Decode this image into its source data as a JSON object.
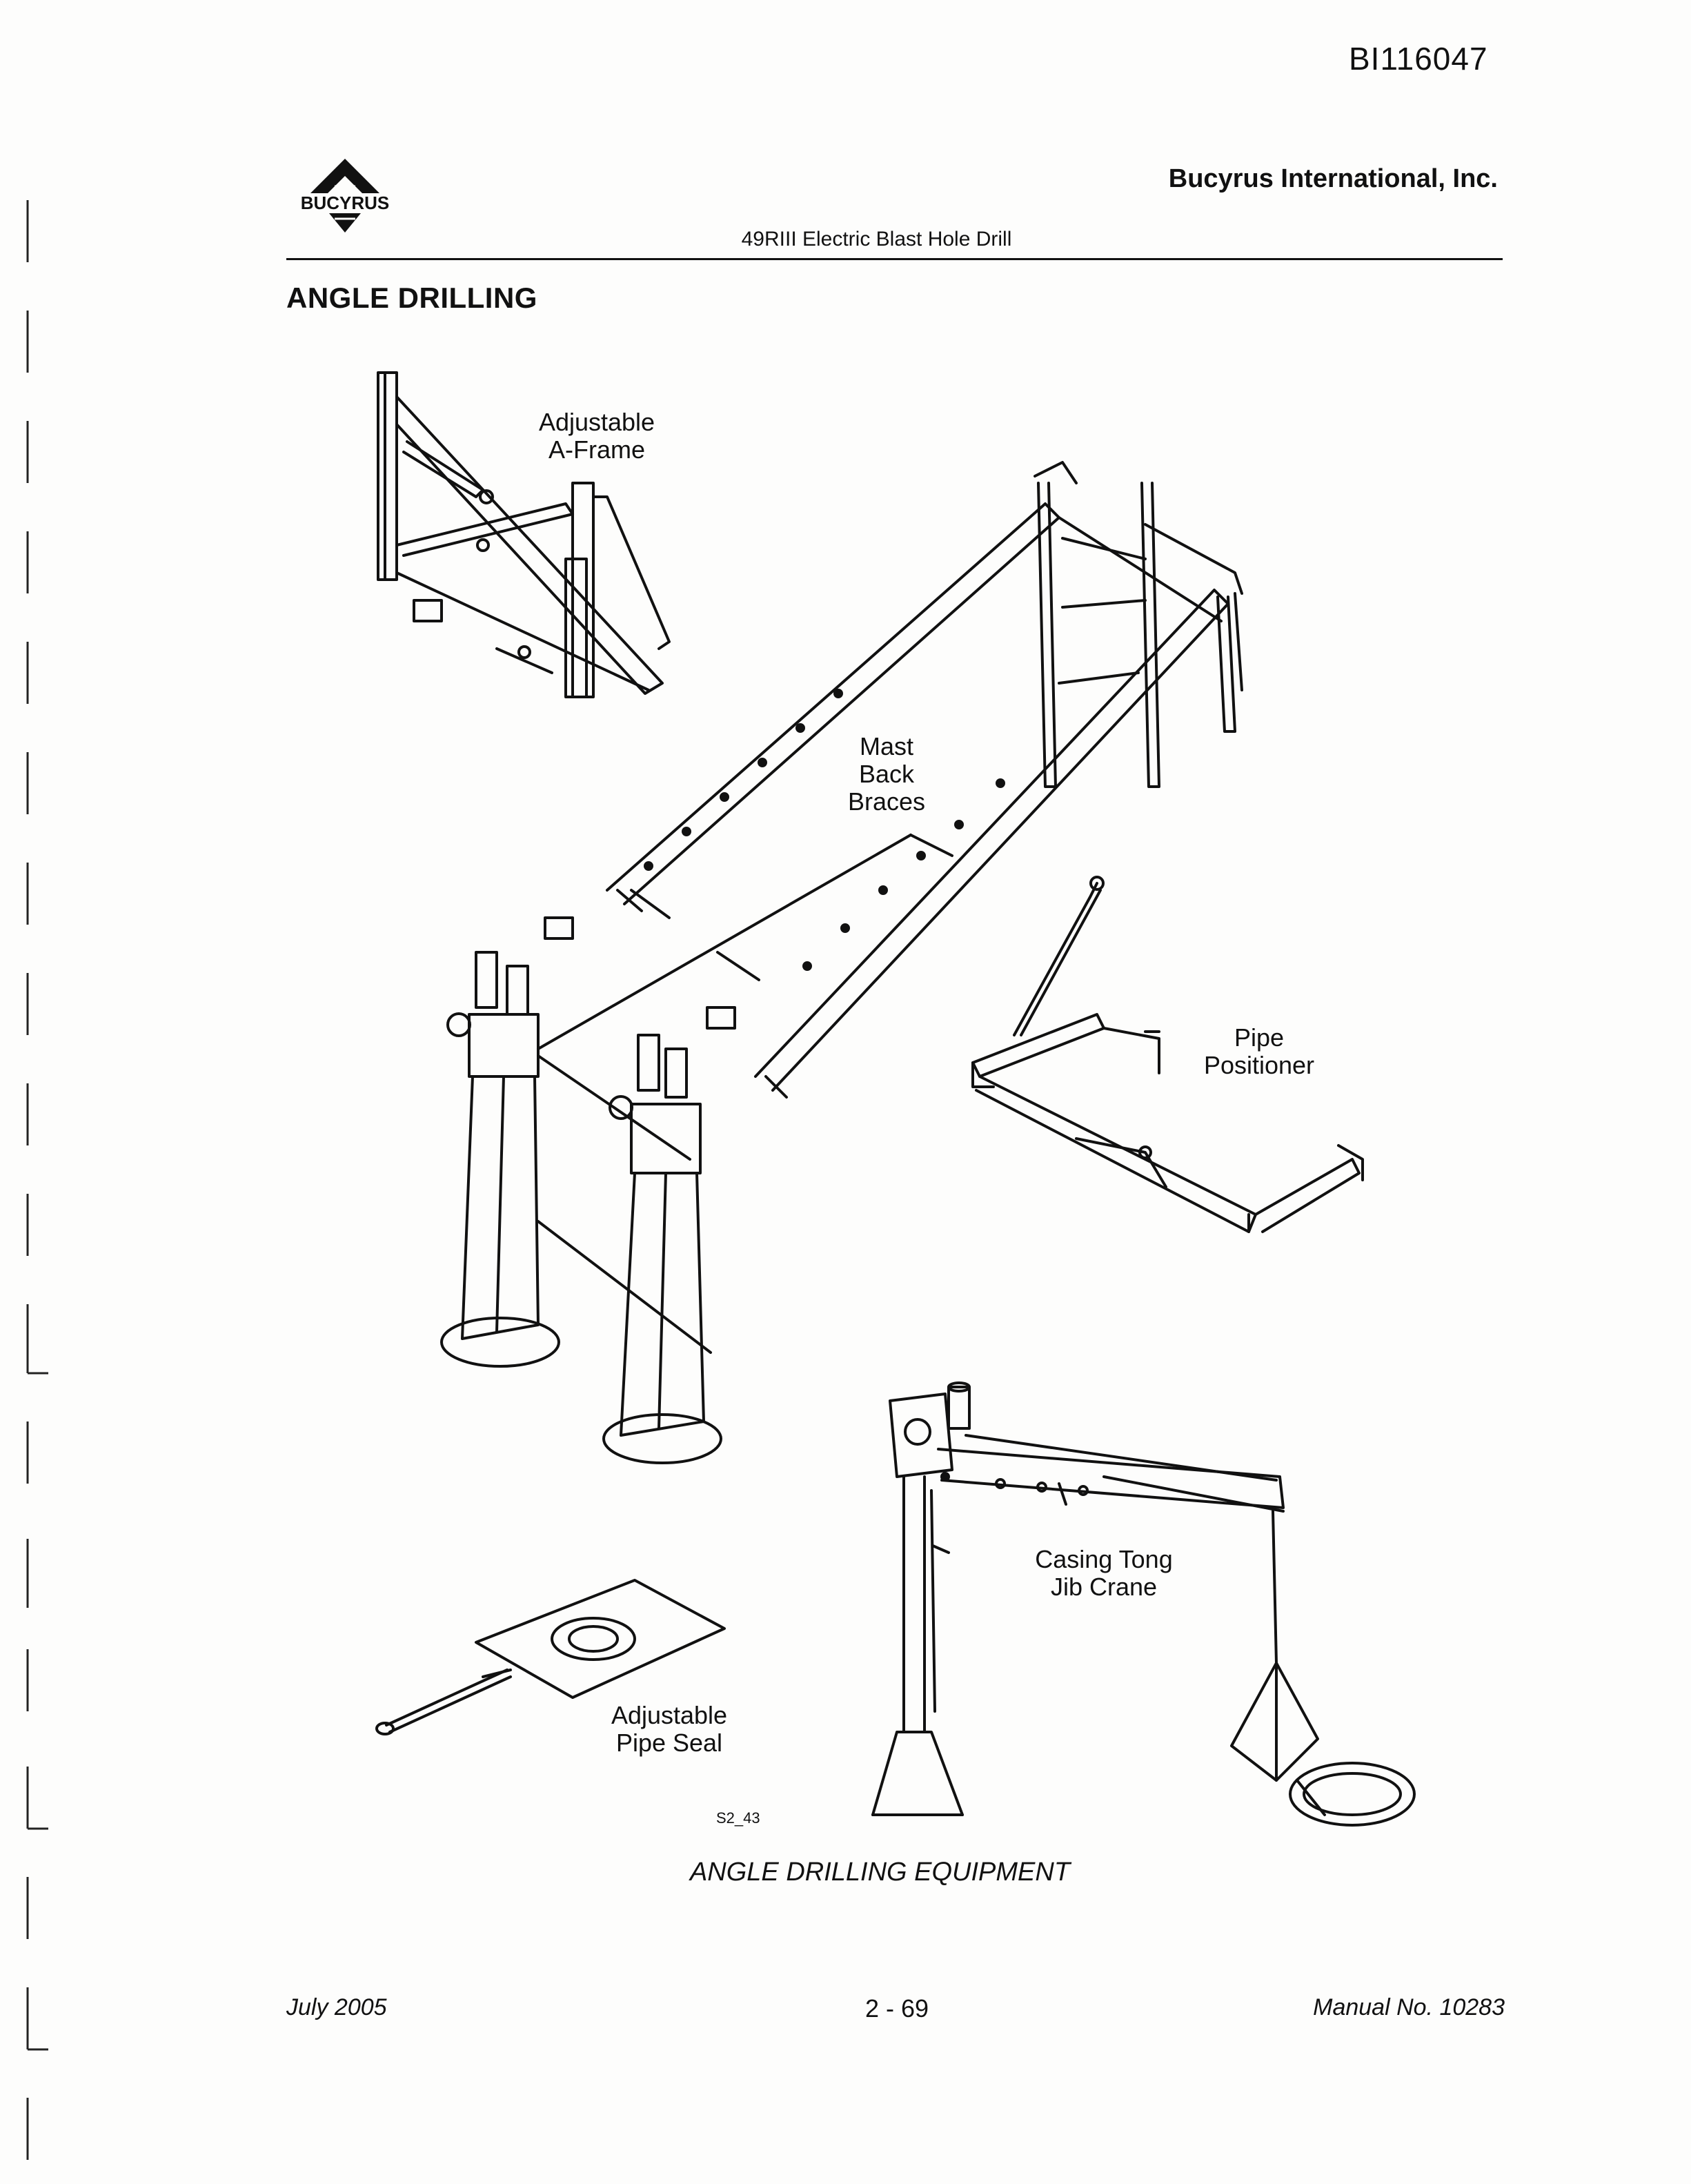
{
  "header": {
    "doc_id": "BI116047",
    "logo_text": "BUCYRUS",
    "company": "Bucyrus International, Inc.",
    "subtitle": "49RIII Electric Blast Hole Drill"
  },
  "section_title": "ANGLE DRILLING",
  "figure": {
    "labels": {
      "a_frame_1": "Adjustable",
      "a_frame_2": "A-Frame",
      "braces_1": "Mast",
      "braces_2": "Back",
      "braces_3": "Braces",
      "positioner_1": "Pipe",
      "positioner_2": "Positioner",
      "crane_1": "Casing Tong",
      "crane_2": "Jib Crane",
      "seal_1": "Adjustable",
      "seal_2": "Pipe Seal"
    },
    "code": "S2_43",
    "caption": "ANGLE DRILLING EQUIPMENT"
  },
  "footer": {
    "date": "July 2005",
    "page": "2 - 69",
    "manual": "Manual No. 10283"
  },
  "colors": {
    "ink": "#111111",
    "paper": "#fdfdfc"
  }
}
